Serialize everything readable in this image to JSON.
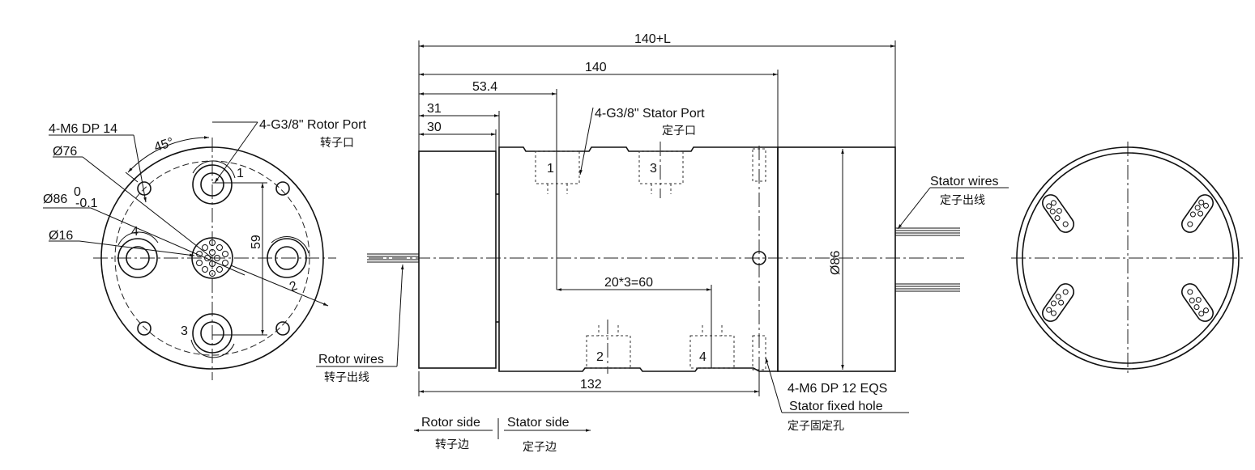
{
  "left_view": {
    "m6_label": "4-M6 DP  14",
    "angle_label": "45°",
    "d76_label": "Ø76",
    "d86_label": "Ø86",
    "d86_tol_upper": "0",
    "d86_tol_lower": "-0.1",
    "d16_label": "Ø16",
    "rotor_port_label": "4-G3/8\"  Rotor Port",
    "rotor_port_cn": "转子口",
    "port_numbers": [
      "1",
      "2",
      "3",
      "4"
    ],
    "dim_59": "59"
  },
  "side_view": {
    "dim_total": "140+L",
    "dim_140": "140",
    "dim_53_4": "53.4",
    "dim_31": "31",
    "dim_30": "30",
    "stator_port_label": "4-G3/8\" Stator Port",
    "stator_port_cn": "定子口",
    "pitch_label": "20*3=60",
    "dim_132": "132",
    "dia_label": "Ø86",
    "rotor_wires": "Rotor wires",
    "rotor_wires_cn": "转子出线",
    "stator_wires": "Stator wires",
    "stator_wires_cn": "定子出线",
    "fixed_hole_spec": "4-M6 DP 12 EQS",
    "fixed_hole_label": "Stator fixed hole",
    "fixed_hole_cn": "定子固定孔",
    "rotor_side": "Rotor side",
    "rotor_side_cn": "转子边",
    "stator_side": "Stator side",
    "stator_side_cn": "定子边",
    "port_numbers": [
      "1",
      "3",
      "2",
      "4"
    ]
  }
}
